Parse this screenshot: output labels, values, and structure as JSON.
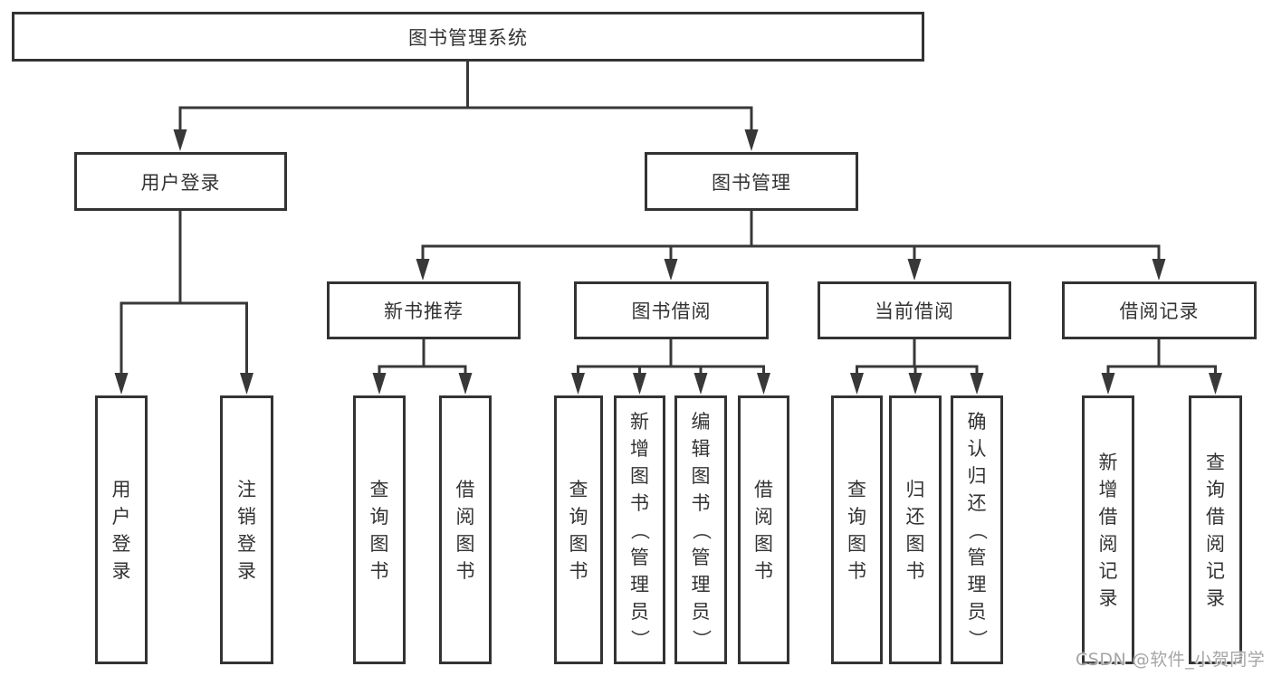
{
  "diagram": {
    "tree": {
      "root": {
        "label": "图书管理系统"
      },
      "children": [
        {
          "label": "用户登录",
          "children": [
            {
              "label": "用户登录"
            },
            {
              "label": "注销登录"
            }
          ]
        },
        {
          "label": "图书管理",
          "children": [
            {
              "label": "新书推荐",
              "children": [
                {
                  "label": "查询图书"
                },
                {
                  "label": "借阅图书"
                }
              ]
            },
            {
              "label": "图书借阅",
              "children": [
                {
                  "label": "查询图书"
                },
                {
                  "label": "新增图书（管理员）"
                },
                {
                  "label": "编辑图书（管理员）"
                },
                {
                  "label": "借阅图书"
                }
              ]
            },
            {
              "label": "当前借阅",
              "children": [
                {
                  "label": "查询图书"
                },
                {
                  "label": "归还图书"
                },
                {
                  "label": "确认归还（管理员）"
                }
              ]
            },
            {
              "label": "借阅记录",
              "children": [
                {
                  "label": "新增借阅记录"
                },
                {
                  "label": "查询借阅记录"
                }
              ]
            }
          ]
        }
      ]
    },
    "line_color": "#383838"
  },
  "watermark": {
    "text": "CSDN @软件_小贺同学"
  }
}
